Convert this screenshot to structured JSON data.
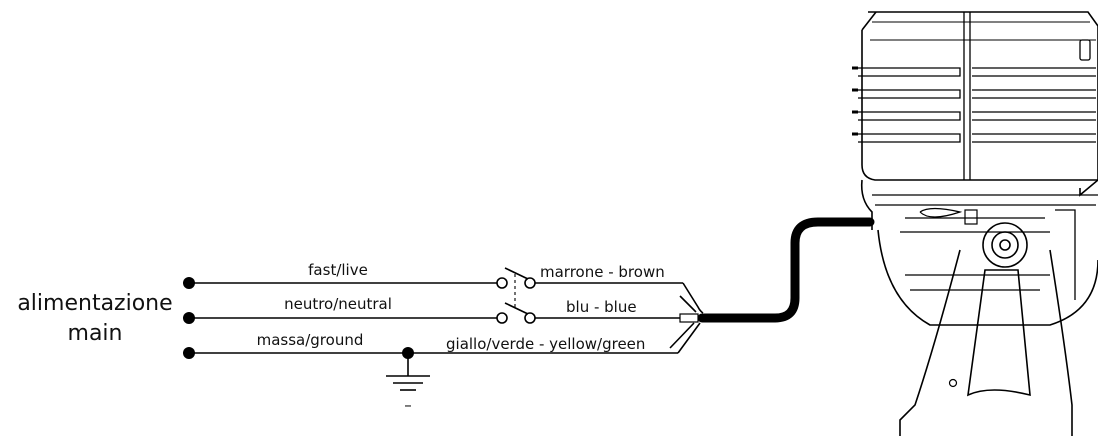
{
  "supply": {
    "label_line1": "alimentazione",
    "label_line2": "main"
  },
  "wires": {
    "live_label": "fast/live",
    "neutral_label": "neutro/neutral",
    "ground_label": "massa/ground"
  },
  "cores": {
    "brown_label": "marrone - brown",
    "blue_label": "blu - blue",
    "yellow_green_label": "giallo/verde - yellow/green"
  },
  "ground_symbol": {
    "minus_label": "–"
  }
}
